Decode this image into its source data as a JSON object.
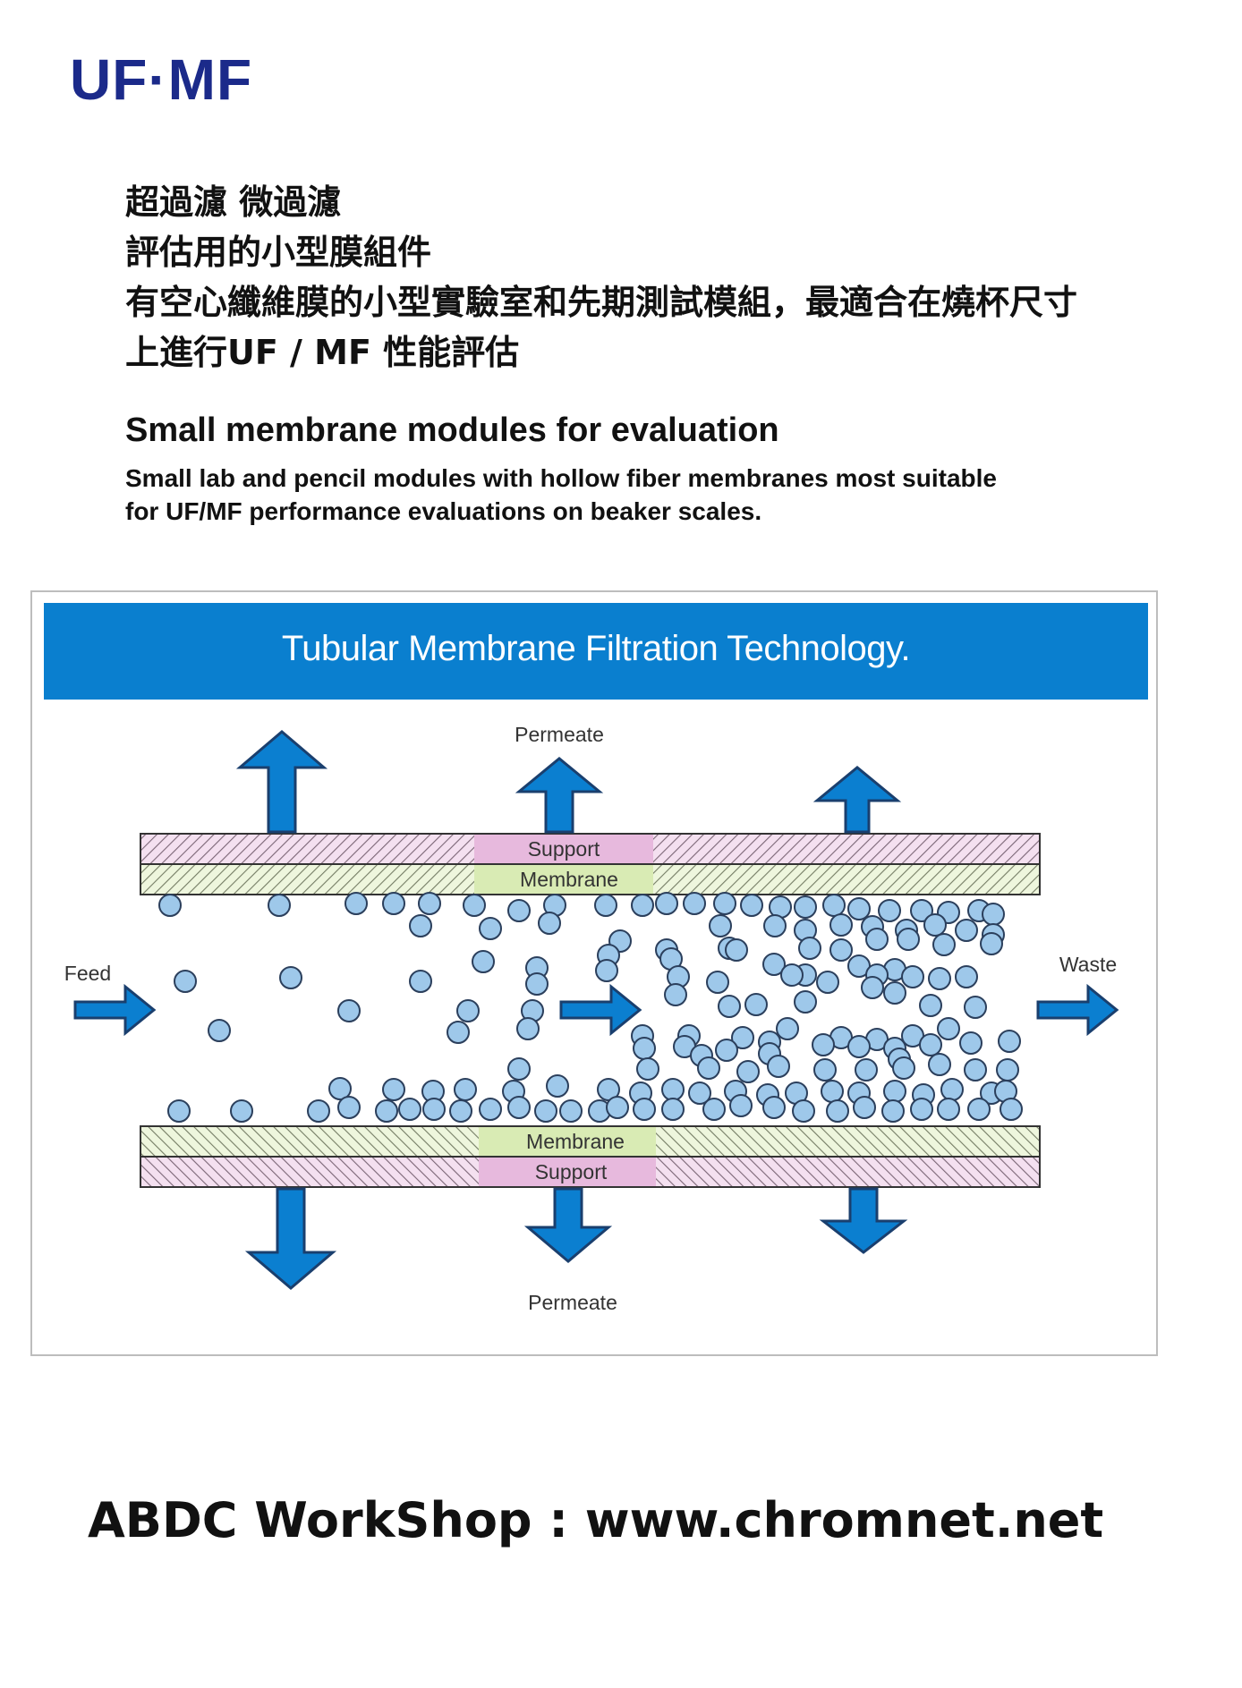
{
  "header": {
    "logo": "UF·MF"
  },
  "chinese_lines": [
    "超過濾 微過濾",
    "評估用的小型膜組件",
    "有空心纖維膜的小型實驗室和先期測試模組，最適合在燒杯尺寸",
    "上進行UF / MF 性能評估"
  ],
  "english": {
    "title": "Small membrane modules for evaluation",
    "desc_line1": "Small lab and pencil modules with hollow fiber membranes most suitable",
    "desc_line2": "for UF/MF performance evaluations on beaker scales."
  },
  "diagram": {
    "title": "Tubular Membrane Filtration Technology.",
    "permeate_top": "Permeate",
    "permeate_bottom": "Permeate",
    "feed": "Feed",
    "waste": "Waste",
    "support_top": "Support",
    "membrane_top": "Membrane",
    "membrane_bottom": "Membrane",
    "support_bottom": "Support",
    "colors": {
      "banner": "#0a7fcf",
      "arrow": "#0b7fd0",
      "particle": "#9ec8ea",
      "support": "#e7b9dd",
      "membrane": "#d9ebb4"
    }
  },
  "footer": {
    "text": "ABDC WorkShop : www.chromnet.net"
  }
}
